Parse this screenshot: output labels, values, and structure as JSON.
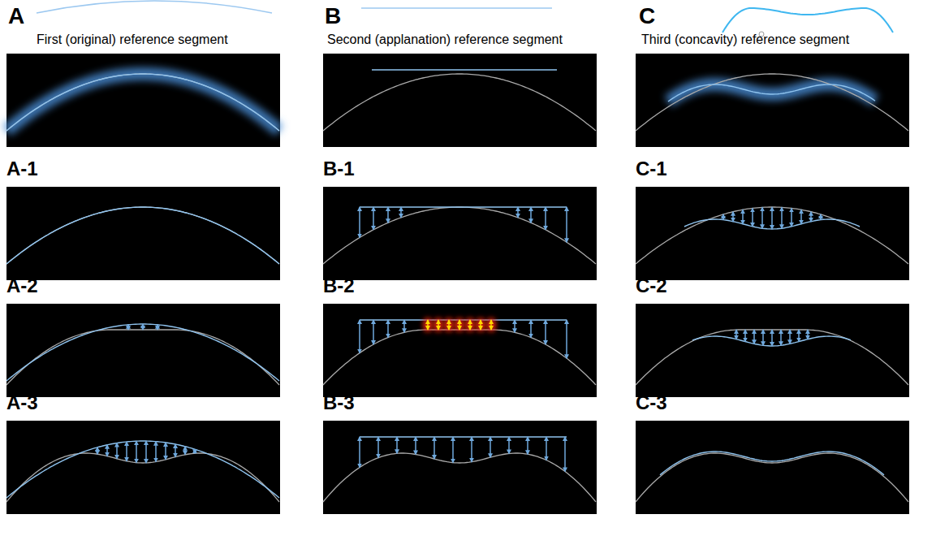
{
  "diagram": {
    "labels": [
      "A",
      "First (original) reference segment",
      "B",
      "Second (applanation) reference segment",
      "C",
      "Third (concavity) reference segment",
      "A-1",
      "B-1",
      "C-1",
      "A-2",
      "B-2",
      "C-2",
      "A-3",
      "B-3",
      "C-3"
    ]
  }
}
